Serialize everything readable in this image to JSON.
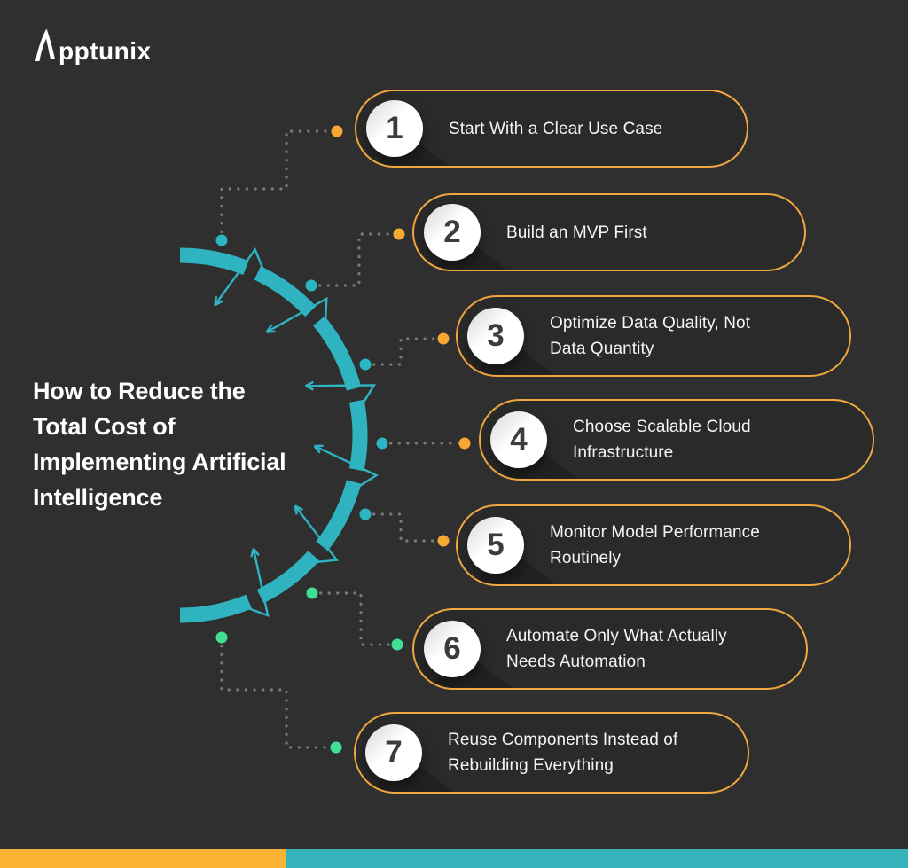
{
  "brand": {
    "logo_text": "pptunix",
    "logo_full_name": "Apptunix"
  },
  "title": "How to Reduce the\nTotal Cost of\nImplementing Artificial\nIntelligence",
  "steps": [
    {
      "number": "1",
      "label": "Start With a Clear Use Case",
      "dot_start": "teal",
      "dot_end": "orange"
    },
    {
      "number": "2",
      "label": "Build an MVP First",
      "dot_start": "teal",
      "dot_end": "orange"
    },
    {
      "number": "3",
      "label": "Optimize Data Quality, Not\nData Quantity",
      "dot_start": "teal",
      "dot_end": "orange"
    },
    {
      "number": "4",
      "label": "Choose Scalable Cloud\nInfrastructure",
      "dot_start": "teal",
      "dot_end": "orange"
    },
    {
      "number": "5",
      "label": "Monitor Model Performance\nRoutinely",
      "dot_start": "teal",
      "dot_end": "orange"
    },
    {
      "number": "6",
      "label": "Automate Only What Actually\nNeeds Automation",
      "dot_start": "green",
      "dot_end": "green"
    },
    {
      "number": "7",
      "label": "Reuse Components Instead of\nRebuilding Everything",
      "dot_start": "green",
      "dot_end": "green"
    }
  ],
  "colors": {
    "background": "#2f2f2f",
    "pill_fill": "#2a2a2a",
    "pill_border": "#f0a73f",
    "arc_teal": "#2fb3c0",
    "dot_teal": "#2cb5c3",
    "dot_orange": "#f6a832",
    "dot_green": "#3fe095",
    "dot_gray": "#7b7b7b",
    "text": "#f5f5f5",
    "number_text": "#3c3c3c",
    "footer_orange": "#f9b233",
    "footer_teal": "#35b5bb"
  }
}
